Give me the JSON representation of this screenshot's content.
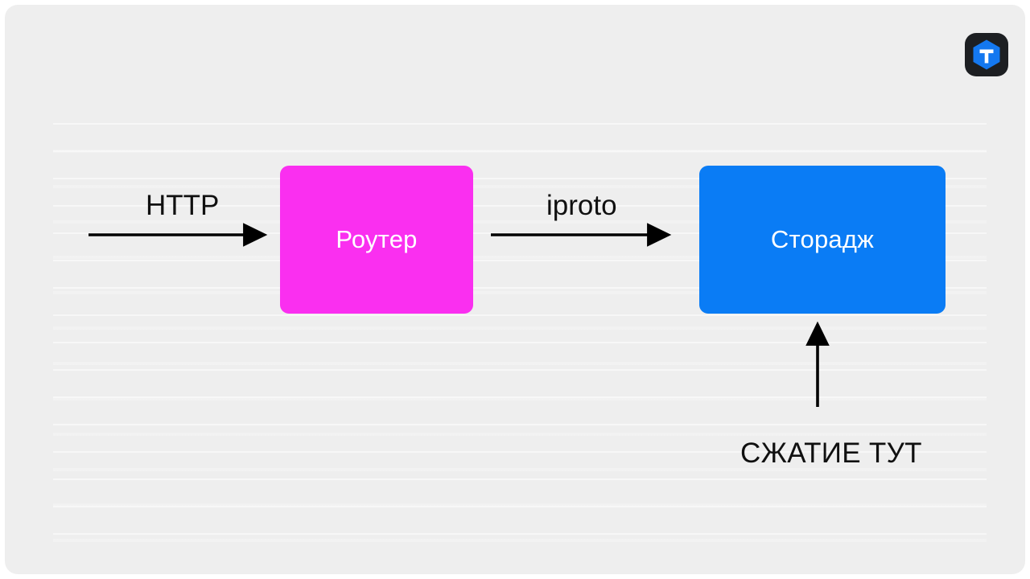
{
  "slide": {
    "background_color": "#eeeeee",
    "page_color": "#ffffff"
  },
  "logo": {
    "name": "tarantool-logo",
    "letter": "T",
    "badge_color": "#1d1f22",
    "hex_color": "#1478f0",
    "letter_color": "#ffffff"
  },
  "diagram": {
    "type": "flow",
    "nodes": [
      {
        "id": "router",
        "label": "Роутер",
        "color": "#fa2ff0",
        "text_color": "#ffffff"
      },
      {
        "id": "storage",
        "label": "Сторадж",
        "color": "#0a7cf5",
        "text_color": "#ffffff"
      }
    ],
    "edges": [
      {
        "id": "client-to-router",
        "label": "HTTP",
        "direction": "right",
        "color": "#000000"
      },
      {
        "id": "router-to-storage",
        "label": "iproto",
        "direction": "right",
        "color": "#000000"
      },
      {
        "id": "compression-to-storage",
        "label": "СЖАТИЕ ТУТ",
        "direction": "up",
        "color": "#000000"
      }
    ],
    "annotation": "СЖАТИЕ ТУТ"
  }
}
